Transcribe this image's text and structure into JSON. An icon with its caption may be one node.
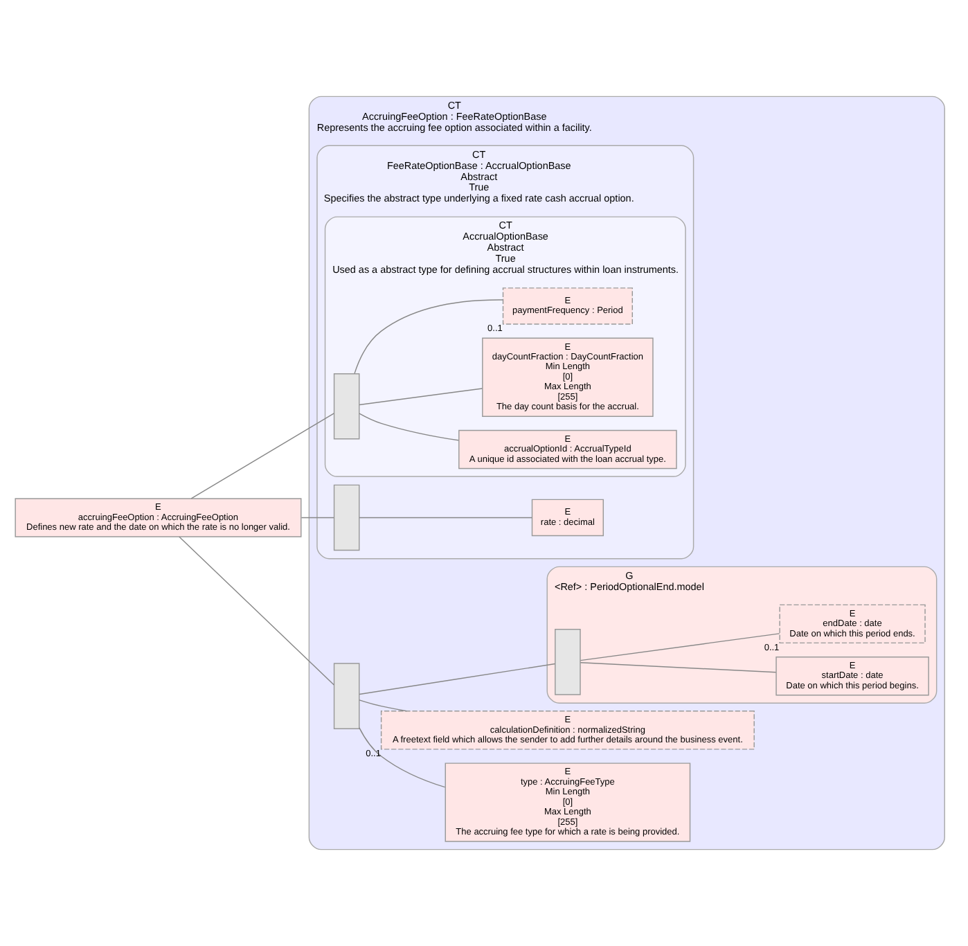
{
  "diagram": {
    "nodes": [
      {
        "text": [
          "E",
          "accruingFeeOption : AccruingFeeOption",
          "Defines new rate and the date on which the rate is no longer valid."
        ]
      },
      {
        "text": [
          "CT",
          "AccruingFeeOption : FeeRateOptionBase",
          "Represents the accruing fee option associated within a facility."
        ]
      },
      {
        "text": [
          "CT",
          "FeeRateOptionBase : AccrualOptionBase",
          "Abstract",
          "True",
          "Specifies the abstract type underlying a fixed rate cash accrual option."
        ],
        "in": 1
      },
      {
        "text": [
          "CT",
          "AccrualOptionBase",
          "Abstract",
          "True",
          "Used as a abstract type for defining accrual structures within loan instruments."
        ],
        "in": 2
      },
      {
        "text": [],
        "shape": "box",
        "in": 3
      },
      {
        "text": [
          "E",
          "accrualOptionId : AccrualTypeId",
          "A unique id associated with the loan accrual type."
        ],
        "in": 3
      },
      {
        "text": [
          "E",
          "dayCountFraction : DayCountFraction",
          "Min Length",
          "[0]",
          "Max Length",
          "[255]",
          "The day count basis for the accrual."
        ],
        "in": 3
      },
      {
        "text": [
          "E",
          "paymentFrequency : Period"
        ],
        "beside": [
          "0..1"
        ],
        "in": 3
      },
      {
        "text": [],
        "shape": "box",
        "in": 2
      },
      {
        "text": [
          "E",
          "rate : decimal"
        ],
        "in": 2
      },
      {
        "text": [],
        "shape": "box",
        "in": 1
      },
      {
        "text": [
          "E",
          "type : AccruingFeeType",
          "Min Length",
          "[0]",
          "Max Length",
          "[255]",
          "The accruing fee type for which a rate is being provided."
        ],
        "in": 1
      },
      {
        "text": [
          "G",
          "<Ref> : PeriodOptionalEnd.model"
        ],
        "in": 1
      },
      {
        "text": [],
        "shape": "box",
        "in": 12
      },
      {
        "text": [
          "E",
          "startDate : date",
          "Date on which this period begins."
        ],
        "in": 12
      },
      {
        "text": [
          "E",
          "endDate : date",
          "Date on which this period ends."
        ],
        "beside": [
          "0..1"
        ],
        "in": 12
      },
      {
        "text": [
          "E",
          "calculationDefinition : normalizedString",
          "A freetext field which allows the sender to add further details around the business event."
        ],
        "beside": [
          "0..1"
        ],
        "in": 1
      }
    ],
    "edges": [
      {
        "from": 0,
        "to": 4,
        "arrow": "none"
      },
      {
        "from": 0,
        "to": 8,
        "arrow": "none"
      },
      {
        "from": 0,
        "to": 10,
        "arrow": "none"
      },
      {
        "from": 4,
        "to": 5,
        "arrow": "none"
      },
      {
        "from": 4,
        "to": 6,
        "arrow": "none"
      },
      {
        "from": 4,
        "to": 7,
        "arrow": "none"
      },
      {
        "from": 8,
        "to": 9,
        "arrow": "none"
      },
      {
        "from": 10,
        "to": 11,
        "arrow": "none"
      },
      {
        "from": 10,
        "to": 13,
        "arrow": "none"
      },
      {
        "from": 13,
        "to": 14,
        "arrow": "none"
      },
      {
        "from": 13,
        "to": 15,
        "arrow": "none"
      },
      {
        "from": 10,
        "to": 16,
        "arrow": "none"
      }
    ]
  }
}
